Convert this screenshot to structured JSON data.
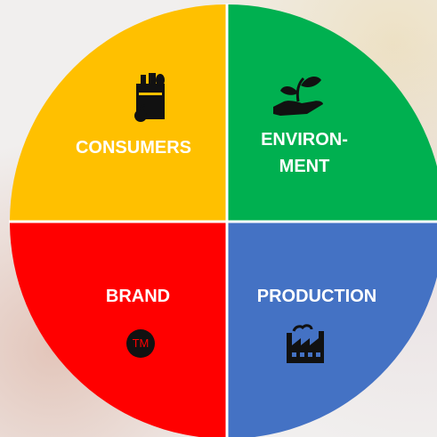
{
  "quadrants": {
    "consumers": {
      "label": "CONSUMERS",
      "color": "#FFC000",
      "icon": "grocery-bag-icon"
    },
    "environment": {
      "label_line1": "ENVIRON-",
      "label_line2": "MENT",
      "color": "#00B050",
      "icon": "hand-plant-icon"
    },
    "brand": {
      "label": "BRAND",
      "color": "#FF0000",
      "icon": "trademark-icon",
      "icon_text": "TM"
    },
    "production": {
      "label": "PRODUCTION",
      "color": "#4472C4",
      "icon": "factory-icon"
    }
  }
}
